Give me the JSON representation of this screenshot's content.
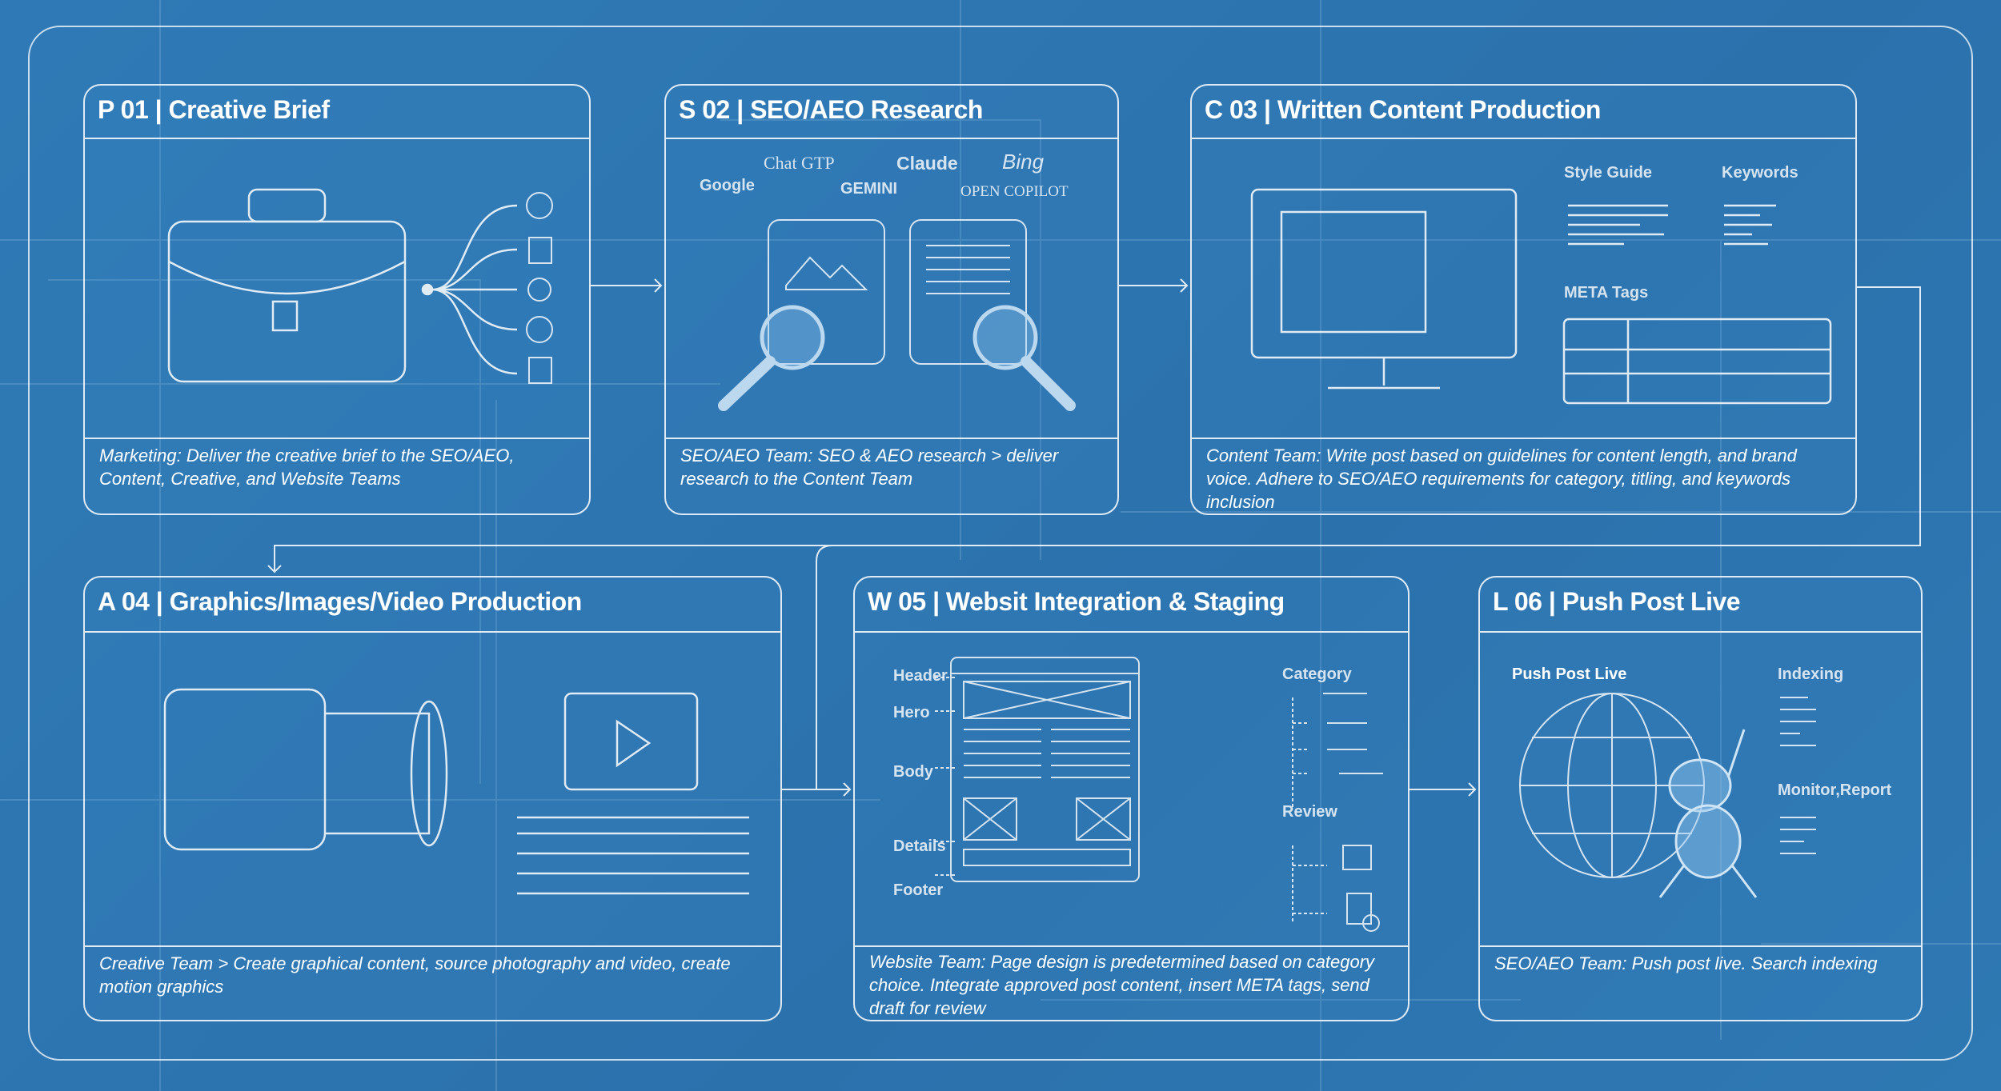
{
  "colors": {
    "background": "#2f7ab6",
    "line": "#ffffff"
  },
  "steps": [
    {
      "title": "P 01 | Creative Brief",
      "caption": "Marketing: Deliver the creative brief to the SEO/AEO, Content, Creative, and Website Teams"
    },
    {
      "title": "S 02 | SEO/AEO Research",
      "caption": "SEO/AEO Team: SEO & AEO research > deliver research to the Content Team",
      "labels": {
        "chatgtp": "Chat GTP",
        "claude": "Claude",
        "bing": "Bing",
        "google": "Google",
        "gemini": "GEMINI",
        "copilot": "OPEN COPILOT"
      }
    },
    {
      "title": "C 03 | Written Content Production",
      "caption": "Content Team: Write post based on guidelines for content length, and brand voice. Adhere to SEO/AEO requirements for category, titling, and keywords inclusion",
      "labels": {
        "style": "Style Guide",
        "keywords": "Keywords",
        "meta": "META Tags"
      }
    },
    {
      "title": "A 04 | Graphics/Images/Video Production",
      "caption": "Creative Team > Create graphical content, source photography and video, create motion graphics"
    },
    {
      "title": "W 05 | Websit Integration & Staging",
      "caption": "Website Team: Page design is predetermined based on category choice. Integrate approved post content, insert META tags, send draft for review",
      "labels": {
        "header": "Header",
        "hero": "Hero",
        "body": "Body",
        "details": "Details",
        "footer": "Footer",
        "category": "Category",
        "review": "Review"
      }
    },
    {
      "title": "L 06 | Push Post Live",
      "caption": "SEO/AEO Team: Push post live. Search indexing",
      "labels": {
        "push": "Push Post Live",
        "indexing": "Indexing",
        "monitor": "Monitor,Report"
      }
    }
  ]
}
